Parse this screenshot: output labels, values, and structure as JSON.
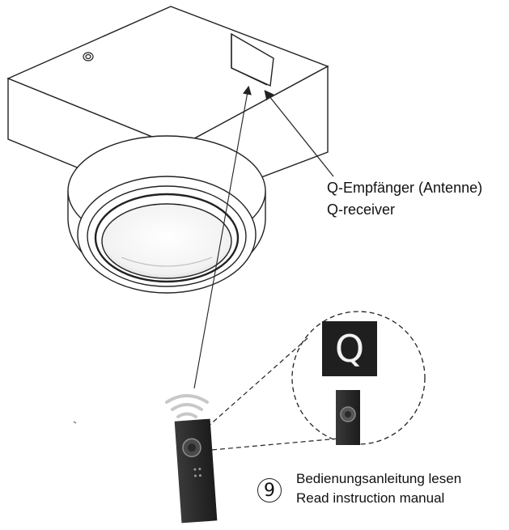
{
  "labels": {
    "receiver_de": "Q-Empfänger (Antenne)",
    "receiver_en": "Q-receiver"
  },
  "instruction": {
    "step_number": "9",
    "line_de": "Bedienungsanleitung lesen",
    "line_en": "Read instruction manual"
  },
  "badge": {
    "letter": "Q"
  },
  "colors": {
    "line": "#222222",
    "remote": "#2b2b2b",
    "badge_bg": "#1f1f1f"
  }
}
